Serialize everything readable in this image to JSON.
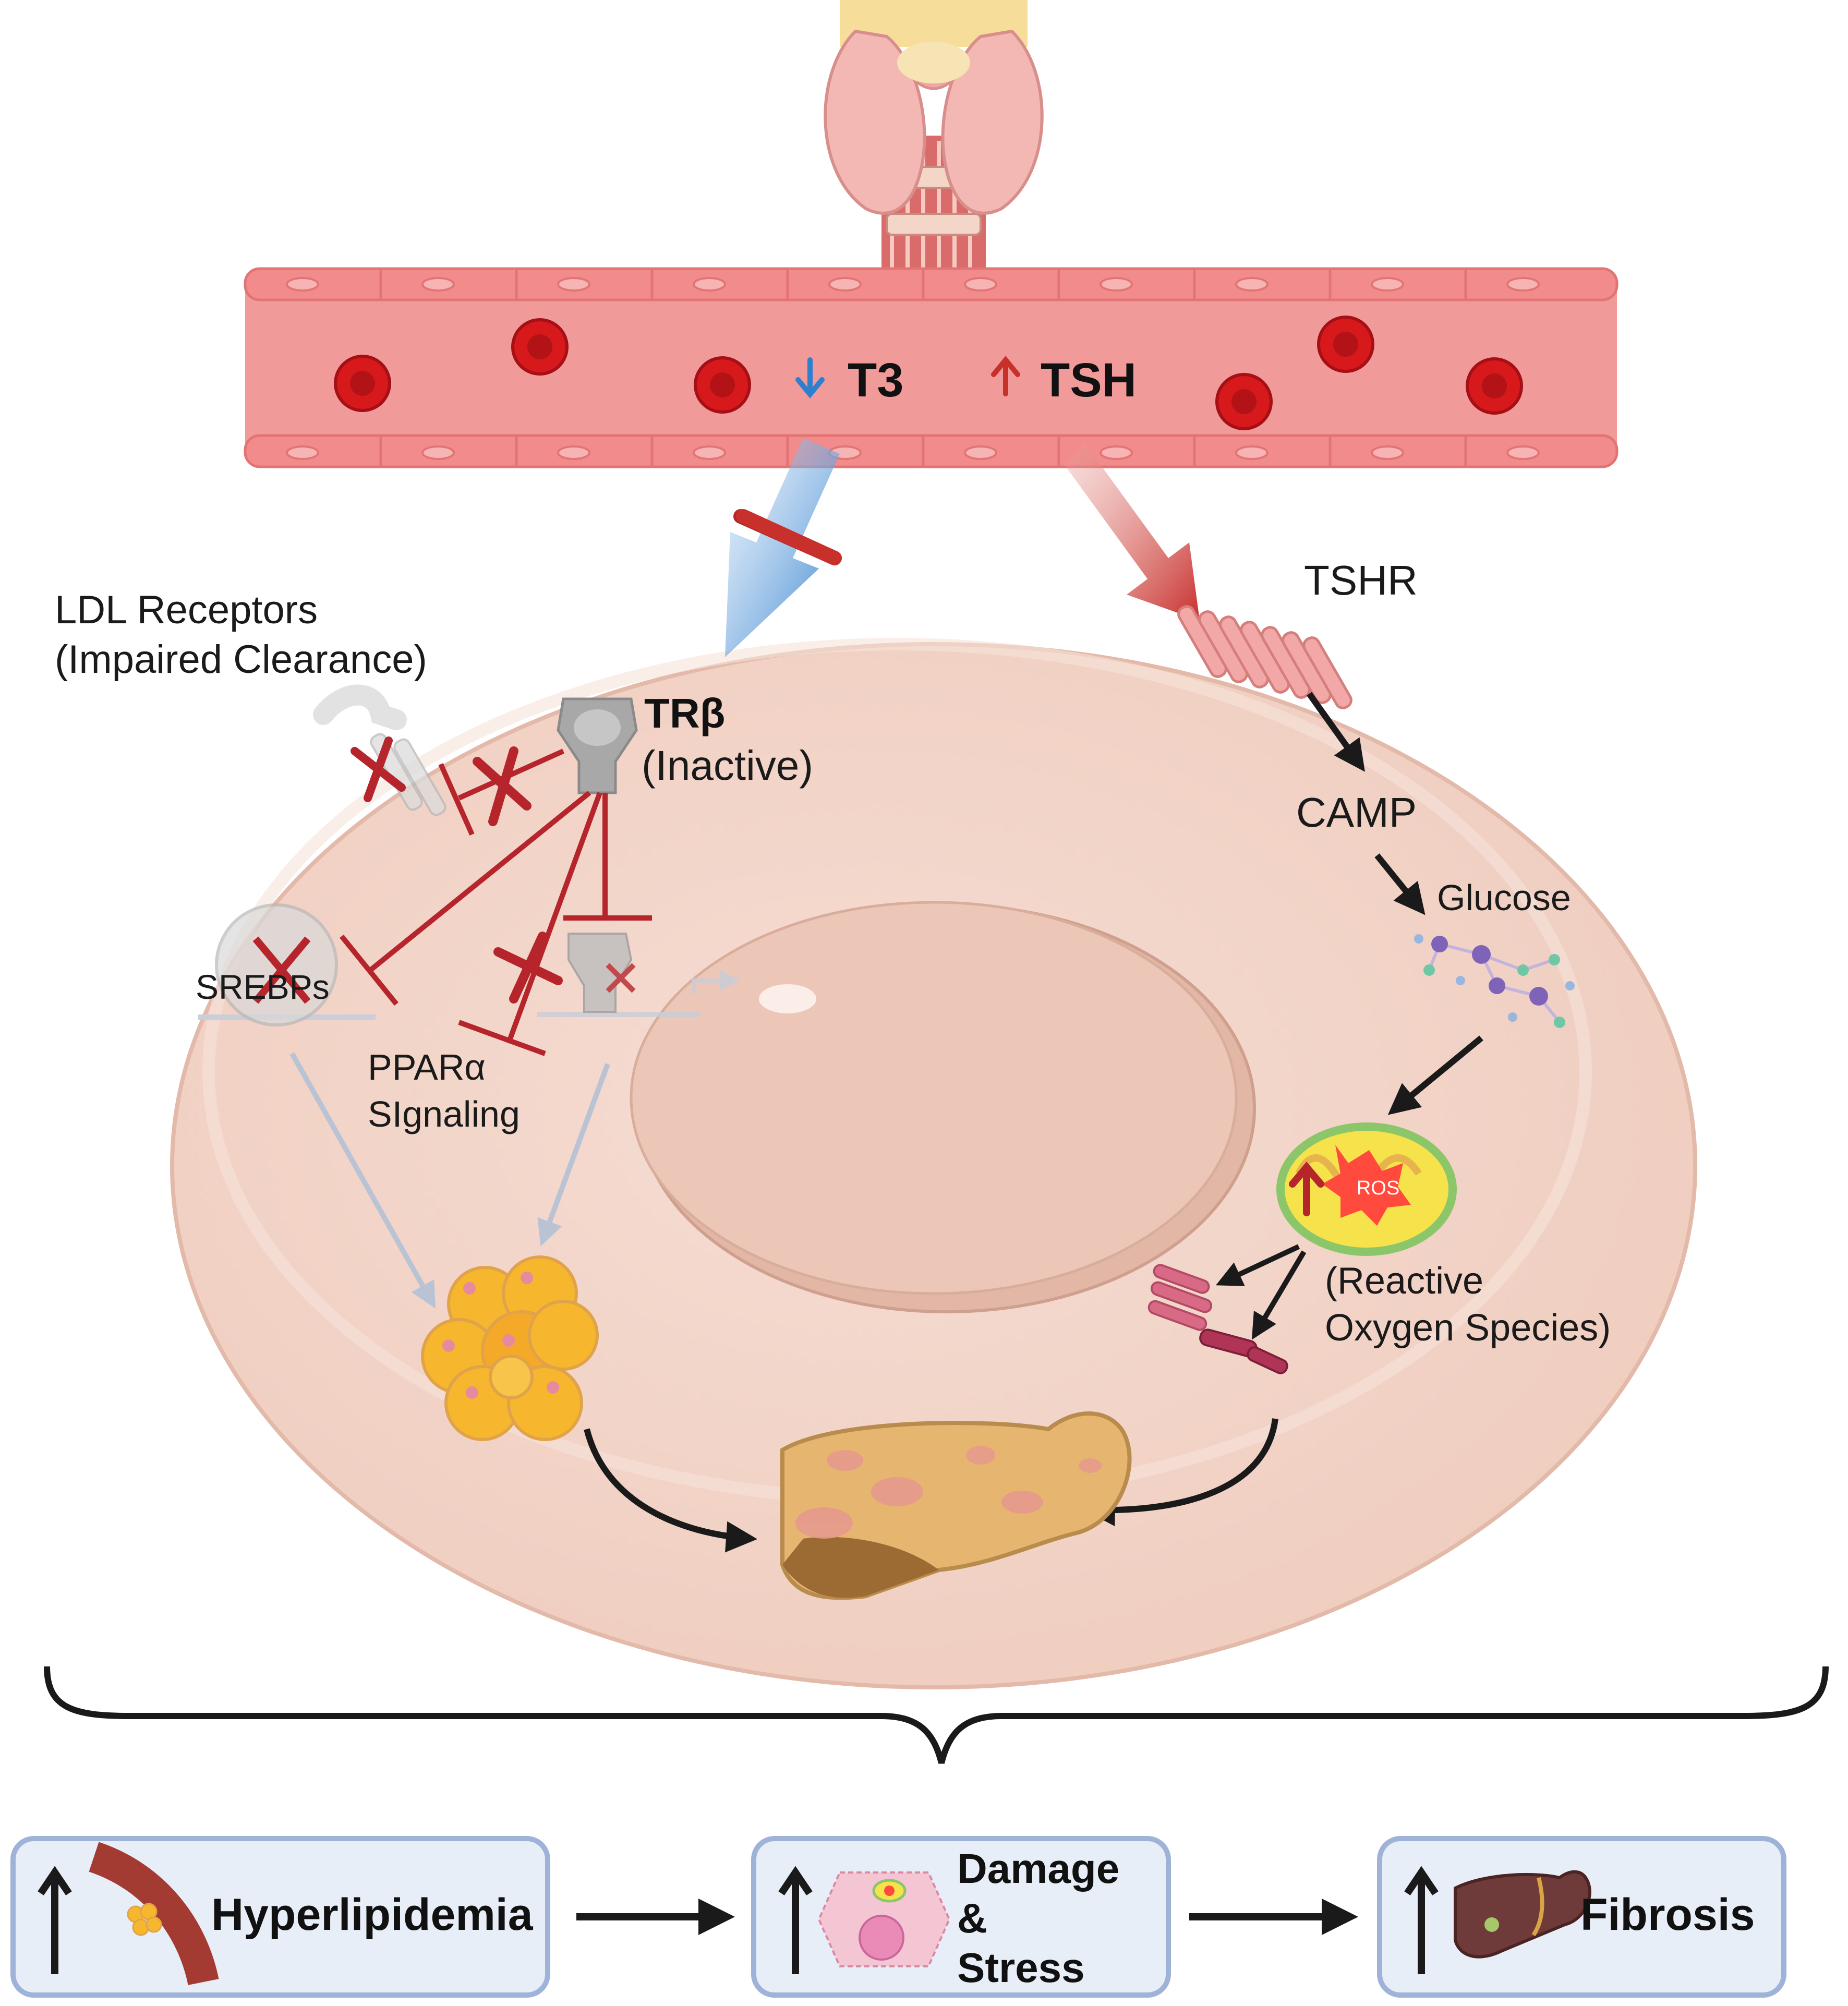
{
  "blood": {
    "t3_label": "T3",
    "tsh_label": "TSH",
    "t3_trend": "down",
    "tsh_trend": "up"
  },
  "cell": {
    "ldl_line1": "LDL Receptors",
    "ldl_line2": "(Impaired Clearance)",
    "trb_label": "TRβ",
    "trb_state": "(Inactive)",
    "srebps_label": "SREBPs",
    "ppar_line1": "PPARα",
    "ppar_line2": "SIgnaling",
    "tshr_label": "TSHR",
    "camp_label": "CAMP",
    "glucose_label": "Glucose",
    "ros_label": "ROS",
    "ros_desc_line1": "(Reactive",
    "ros_desc_line2": "Oxygen Species)"
  },
  "outcomes": [
    {
      "label": "Hyperlipidemia",
      "trend": "up"
    },
    {
      "label_lines": [
        "Damage",
        "&",
        "Stress"
      ],
      "trend": "up"
    },
    {
      "label": "Fibrosis",
      "trend": "up"
    }
  ],
  "colors": {
    "t3_blue": "#2f7fcf",
    "tsh_red": "#c8302c",
    "inhibit_red": "#b5252b",
    "vessel": "#f09a9a",
    "cell": "#f3d3c8",
    "nucleus": "#e9c4b5",
    "box_fill": "#e8eef8",
    "box_border": "#9fb3d9"
  }
}
